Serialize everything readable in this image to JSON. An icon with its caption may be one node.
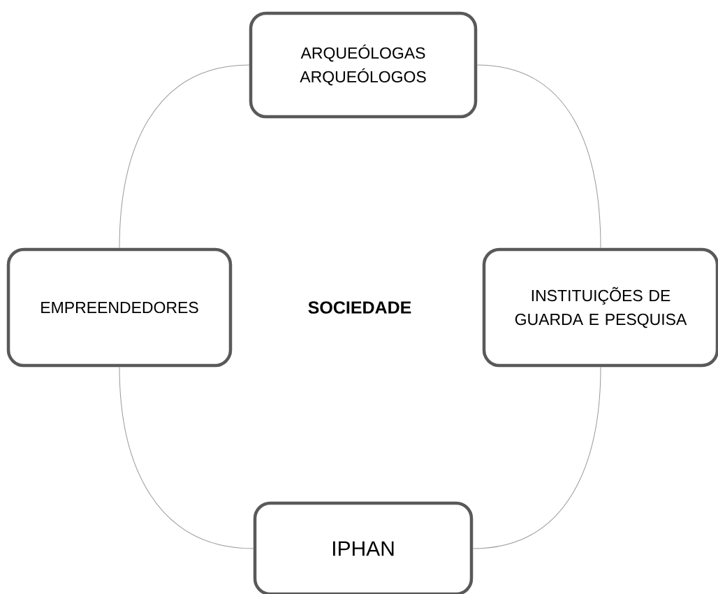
{
  "diagram": {
    "nodes": [
      {
        "text": [
          "ARQUEÓLOGAS ARQUEÓLOGOS"
        ]
      },
      {
        "text": [
          "EMPREENDEDORES"
        ]
      },
      {
        "text": [
          "INSTITUIÇÕES DE GUARDA E PESQUISA"
        ]
      },
      {
        "text": [
          "IPHAN"
        ]
      }
    ],
    "edges": [
      {
        "from": 0,
        "to": 2,
        "arrow": "none"
      },
      {
        "from": 2,
        "to": 3,
        "arrow": "none"
      },
      {
        "from": 3,
        "to": 1,
        "arrow": "none"
      },
      {
        "from": 1,
        "to": 0,
        "arrow": "none"
      }
    ],
    "labels": [
      "**SOCIEDADE**"
    ]
  }
}
